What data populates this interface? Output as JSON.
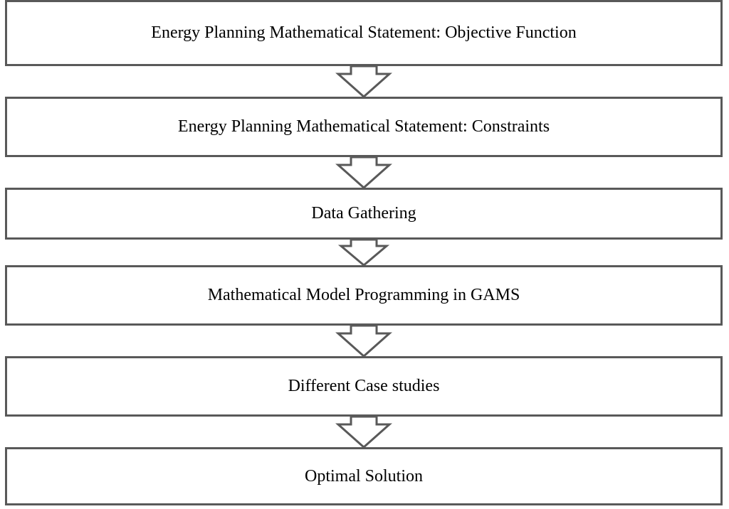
{
  "steps": [
    {
      "label": "Energy Planning Mathematical Statement: Objective Function"
    },
    {
      "label": "Energy Planning Mathematical Statement: Constraints"
    },
    {
      "label": "Data Gathering"
    },
    {
      "label": "Mathematical Model Programming in GAMS"
    },
    {
      "label": "Different Case studies"
    },
    {
      "label": "Optimal Solution"
    }
  ],
  "colors": {
    "border": "#595959",
    "background": "#ffffff",
    "text": "#000000"
  }
}
